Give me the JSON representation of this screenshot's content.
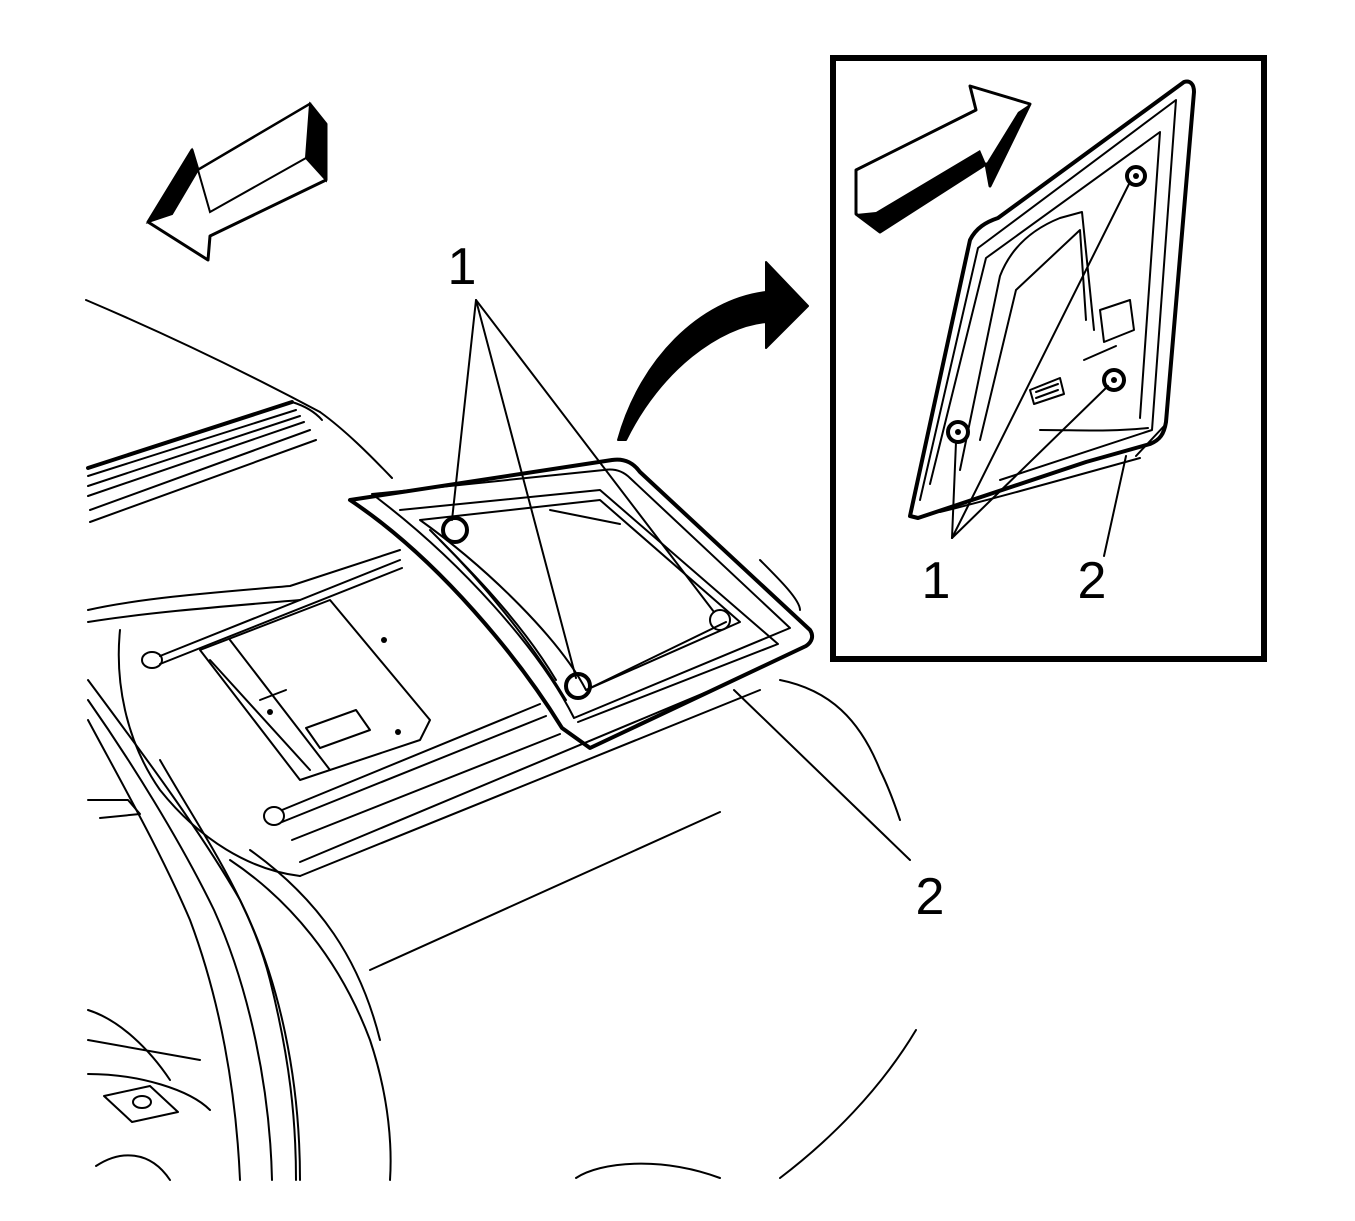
{
  "colors": {
    "line": "#000000",
    "background": "#ffffff"
  },
  "callouts": {
    "main_fasteners": "1",
    "main_panel": "2",
    "inset_fasteners": "1",
    "inset_panel": "2"
  },
  "icons": {
    "front_direction_arrow": "direction-arrow-icon",
    "inset_direction_arrow": "direction-arrow-icon",
    "view_transition_arrow": "curved-arrow-icon"
  }
}
